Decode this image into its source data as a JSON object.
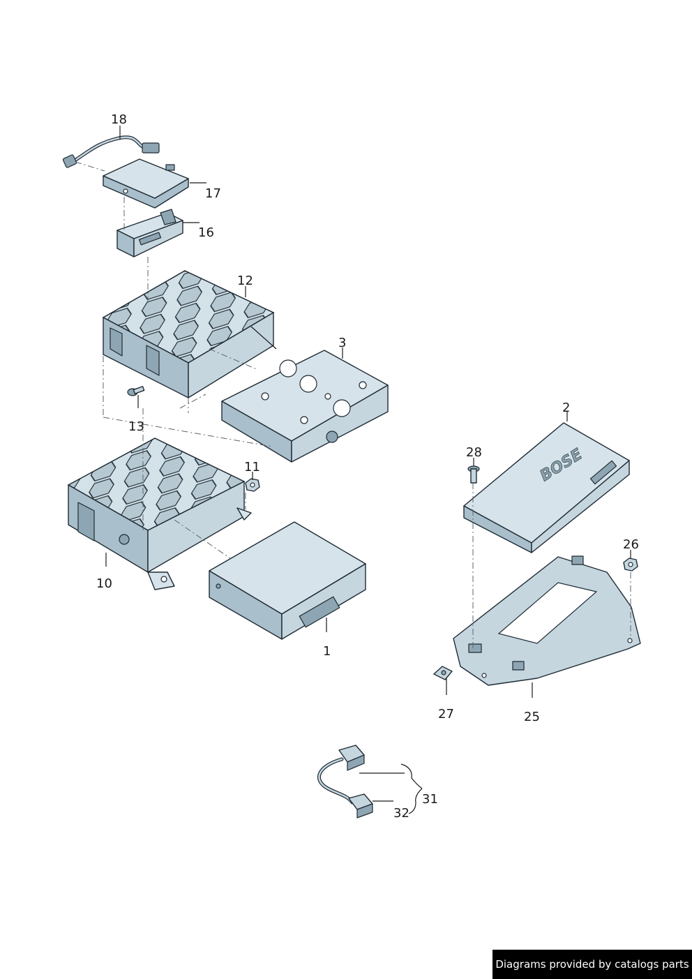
{
  "diagram": {
    "callouts": {
      "c1": "1",
      "c2": "2",
      "c3": "3",
      "c10": "10",
      "c11": "11",
      "c12": "12",
      "c13": "13",
      "c16": "16",
      "c17": "17",
      "c18": "18",
      "c25": "25",
      "c26": "26",
      "c27": "27",
      "c28": "28",
      "c31": "31",
      "c32": "32"
    },
    "amplifier_brand": "BOSE"
  },
  "footer": {
    "credit": "Diagrams provided by catalogs parts"
  },
  "colors": {
    "part_fill": "#c5d6df",
    "outline": "#1e2a33",
    "background": "#ffffff"
  }
}
